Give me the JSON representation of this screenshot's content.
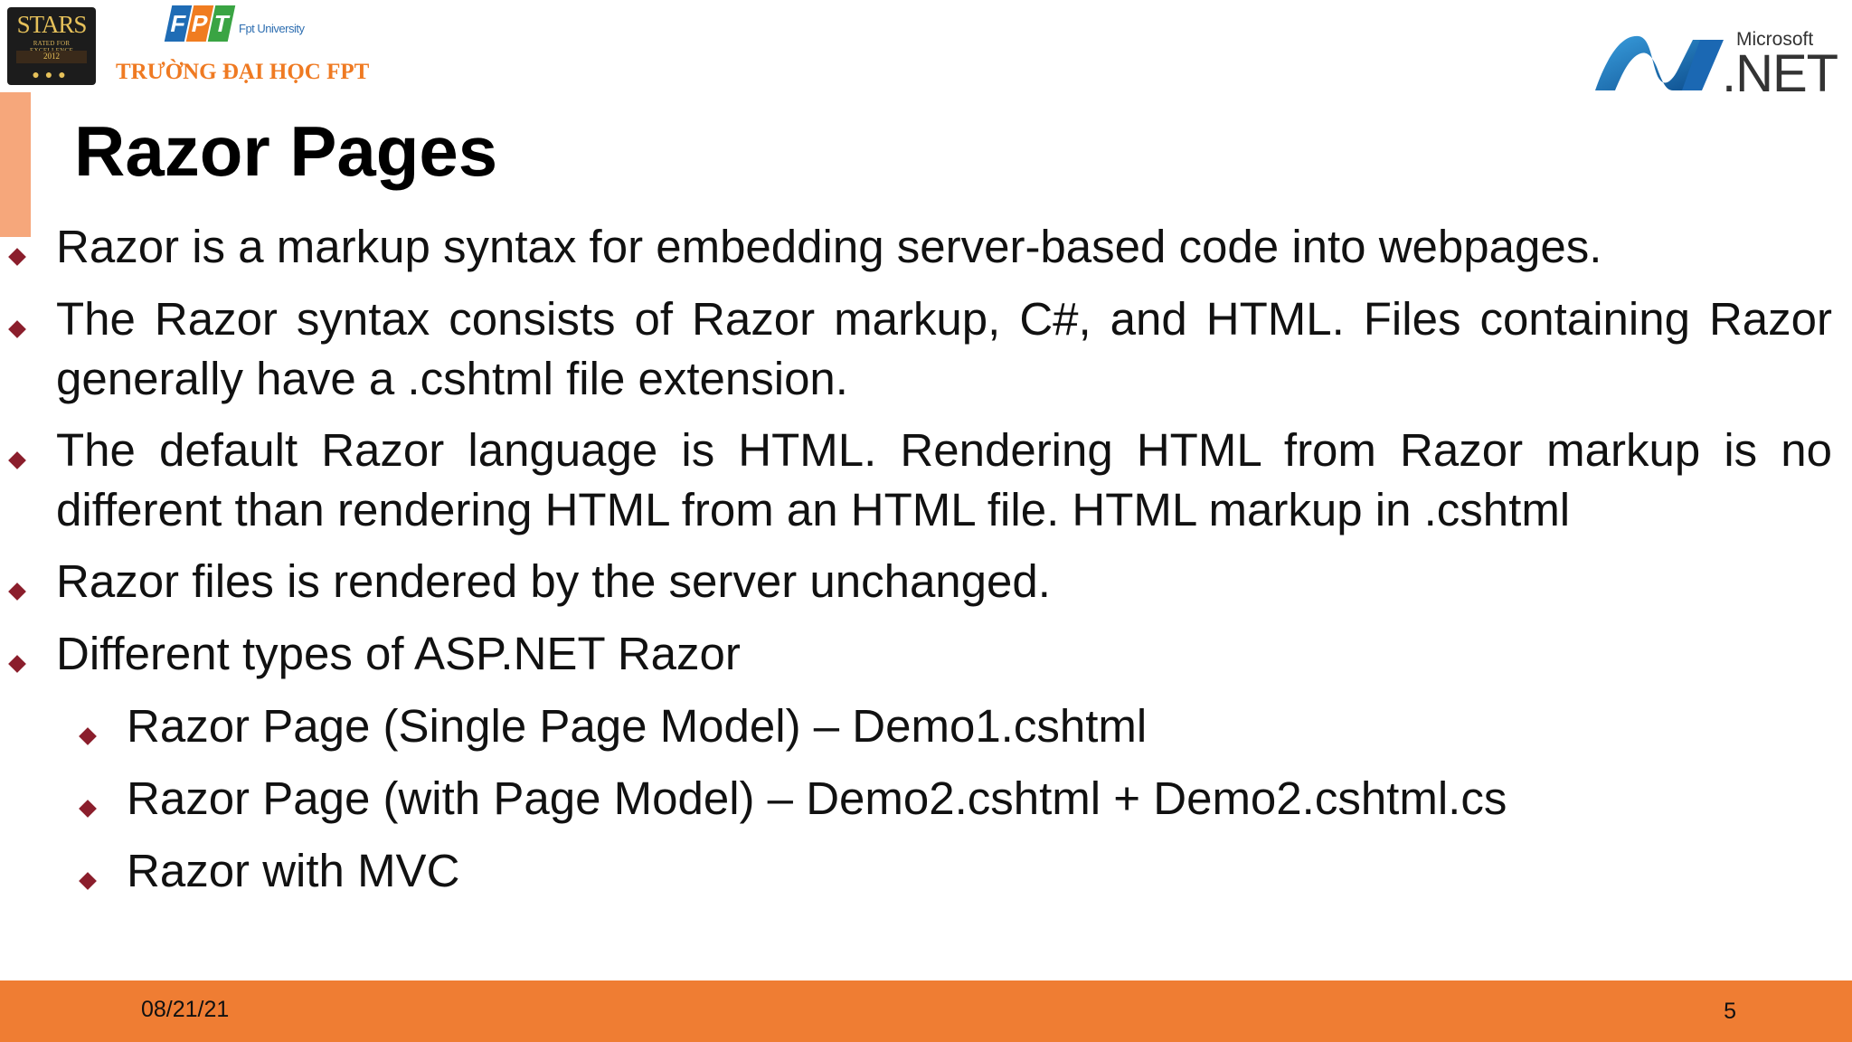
{
  "header": {
    "stars_logo": {
      "text": "STARS",
      "subtext": "RATED FOR EXCELLENCE",
      "year": "2012"
    },
    "fpt_logo": {
      "letters": [
        "F",
        "P",
        "T"
      ],
      "university_label": "Fpt University",
      "name": "TRƯỜNG ĐẠI HỌC FPT"
    },
    "net_logo": {
      "brand": "Microsoft",
      "product": ".NET"
    }
  },
  "slide": {
    "title": "Razor Pages",
    "bullets": [
      {
        "level": 1,
        "text": "Razor is a markup syntax for embedding server-based code into webpages."
      },
      {
        "level": 1,
        "text": "The Razor syntax consists of Razor markup, C#, and HTML. Files containing Razor generally have a .cshtml file extension."
      },
      {
        "level": 1,
        "text": "The default Razor language is HTML. Rendering HTML from Razor markup is no different than rendering HTML from an HTML file. HTML markup in .cshtml"
      },
      {
        "level": 1,
        "text": "Razor files is rendered by the server unchanged."
      },
      {
        "level": 1,
        "text": "Different types of ASP.NET Razor"
      },
      {
        "level": 2,
        "text": "Razor Page (Single Page Model) – Demo1.cshtml"
      },
      {
        "level": 2,
        "text": "Razor Page (with Page Model) – Demo2.cshtml + Demo2.cshtml.cs"
      },
      {
        "level": 2,
        "text": "Razor with MVC"
      }
    ]
  },
  "footer": {
    "date": "08/21/21",
    "page_number": "5"
  },
  "colors": {
    "accent_bar": "#f6a77b",
    "bullet_marker": "#8b1e2c",
    "footer_band": "#ef7d33"
  }
}
